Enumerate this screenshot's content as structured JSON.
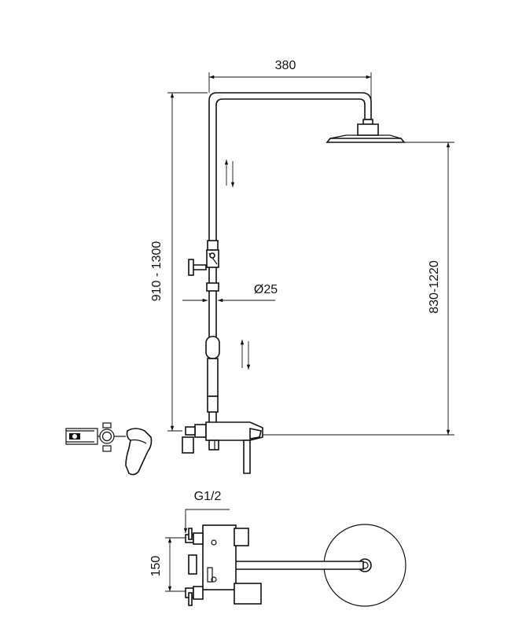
{
  "dimensions": {
    "arm_reach": "380",
    "overall_height": "910 - 1300",
    "head_height": "830-1220",
    "pipe_diameter": "Ø25",
    "connection_thread": "G1/2",
    "inlet_spacing": "150"
  },
  "icons": {
    "adjust_up_down": "up-down-arrows-icon",
    "mixer_front_view": "mixer-front-view-icon"
  },
  "colors": {
    "line": "#111111",
    "background": "#ffffff"
  }
}
